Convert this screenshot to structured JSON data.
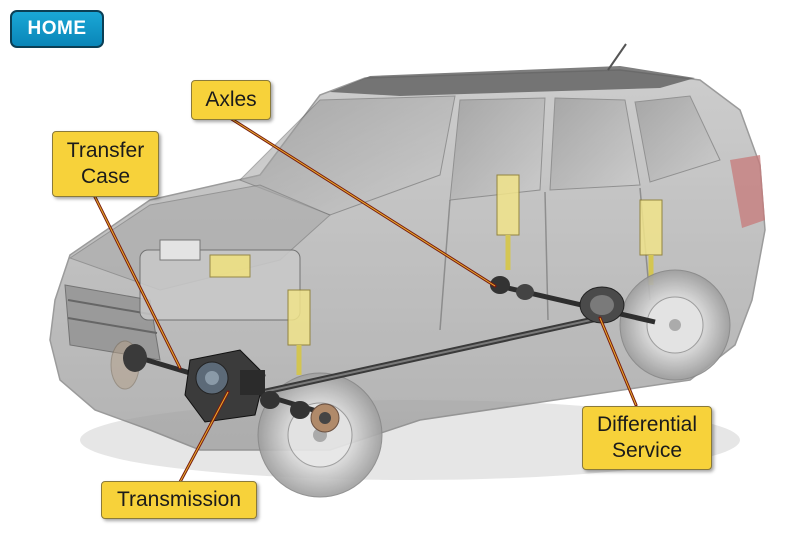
{
  "nav": {
    "home_label": "HOME"
  },
  "callouts": {
    "axles": "Axles",
    "transfer_case_line1": "Transfer",
    "transfer_case_line2": "Case",
    "transmission": "Transmission",
    "differential_line1": "Differential",
    "differential_line2": "Service"
  },
  "colors": {
    "callout_fill": "#f7d23a",
    "leader_line": "#7a1a10",
    "home_fill": "#1098c8"
  }
}
